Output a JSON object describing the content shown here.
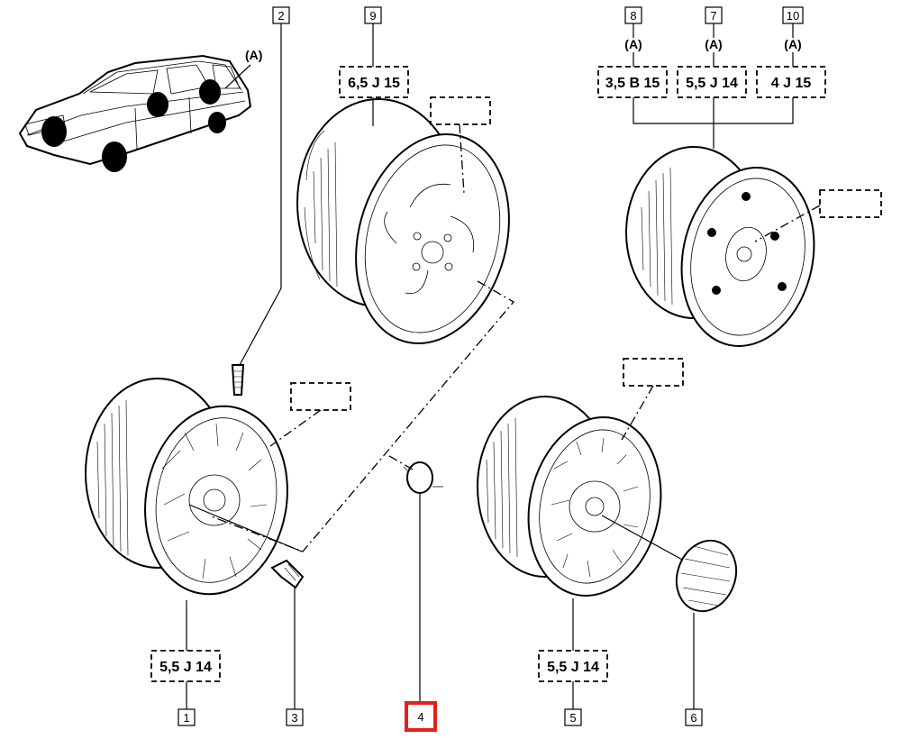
{
  "callouts": {
    "c1": "1",
    "c2": "2",
    "c3": "3",
    "c4": "4",
    "c5": "5",
    "c6": "6",
    "c7": "7",
    "c8": "8",
    "c9": "9",
    "c10": "10"
  },
  "sizes": {
    "s9": "6,5 J 15",
    "s8": "3,5 B 15",
    "s7": "5,5 J 14",
    "s10": "4 J 15",
    "s1": "5,5 J 14",
    "s5": "5,5 J 14"
  },
  "markers": {
    "car": "(A)",
    "m8": "(A)",
    "m7": "(A)",
    "m10": "(A)"
  },
  "highlight": {
    "callout": "4",
    "color": "#e3201b"
  }
}
